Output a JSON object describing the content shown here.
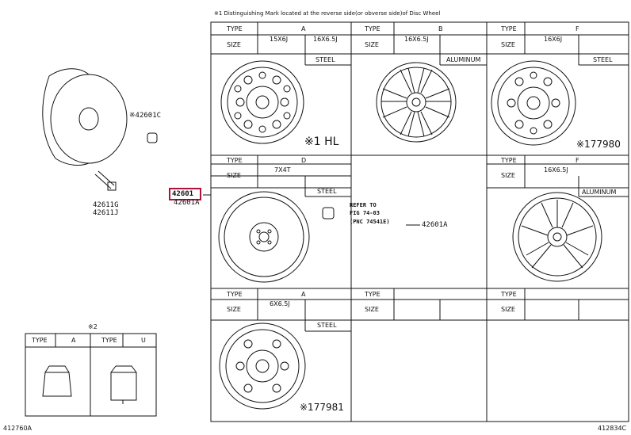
{
  "header_note": "※1 Distinguishing Mark located at the reverse side(or obverse side)of Disc Wheel",
  "table": {
    "type_label": "TYPE",
    "size_label": "SIZE",
    "cells": [
      {
        "type": "A",
        "size": "15X6J",
        "size2": "16X6.5J",
        "material": "STEEL",
        "mark": "※1 HL"
      },
      {
        "type": "B",
        "size": "16X6.5J",
        "material": "ALUMINUM",
        "mark": ""
      },
      {
        "type": "F",
        "size": "16X6J",
        "material": "STEEL",
        "mark": "※177980"
      },
      {
        "type": "D",
        "size": "7X4T",
        "material": "STEEL",
        "mark": ""
      },
      {
        "type": "F",
        "size": "16X6.5J",
        "material": "ALUMINUM",
        "mark": ""
      },
      {
        "type": "A",
        "size": "6X6.5J",
        "material": "STEEL",
        "mark": "※177981"
      },
      {
        "type": "",
        "size": "",
        "material": "",
        "mark": ""
      },
      {
        "type": "",
        "size": "",
        "material": "",
        "mark": ""
      }
    ]
  },
  "refer": {
    "line1": "REFER TO",
    "line2": "FIG 74-03",
    "line3": "(PNC 74541E)"
  },
  "parts": {
    "p42601": "42601",
    "p42601A": "42601A",
    "p42601A_b": "42601A",
    "p42601C": "※42601C",
    "p42611G": "42611G",
    "p42611J": "42611J"
  },
  "nut_table": {
    "mark": "※2",
    "type_label": "TYPE",
    "col1": "A",
    "col2": "U"
  },
  "footer_left": "412760A",
  "footer_right": "412834C"
}
